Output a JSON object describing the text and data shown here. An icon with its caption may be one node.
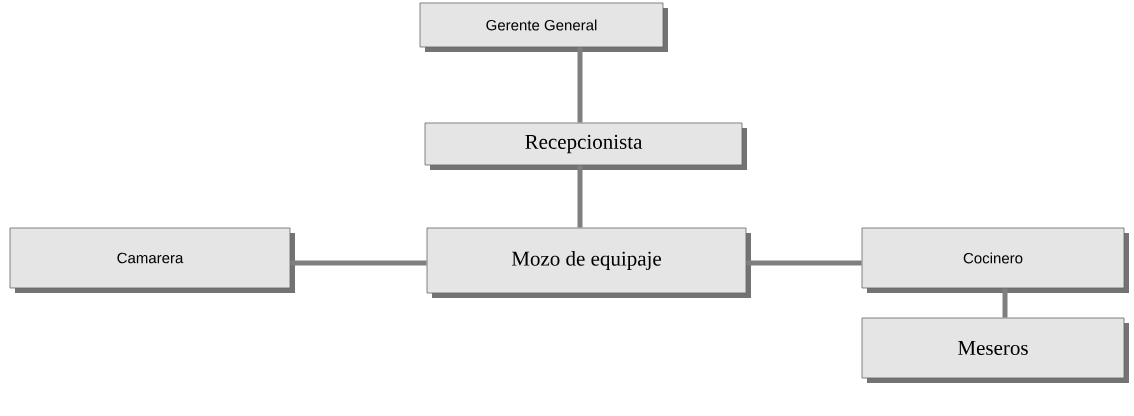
{
  "diagram": {
    "nodes": [
      {
        "text": [
          "Gerente General"
        ]
      },
      {
        "text": [
          "Recepcionista"
        ]
      },
      {
        "text": [
          "Camarera"
        ]
      },
      {
        "text": [
          "Mozo de equipaje"
        ]
      },
      {
        "text": [
          "Cocinero"
        ]
      },
      {
        "text": [
          "Meseros"
        ]
      }
    ],
    "edges": [
      {
        "from": 0,
        "to": 1,
        "arrow": "none"
      },
      {
        "from": 1,
        "to": 3,
        "arrow": "none"
      },
      {
        "from": 2,
        "to": 3,
        "arrow": "none"
      },
      {
        "from": 3,
        "to": 4,
        "arrow": "none"
      },
      {
        "from": 4,
        "to": 5,
        "arrow": "none"
      }
    ]
  }
}
